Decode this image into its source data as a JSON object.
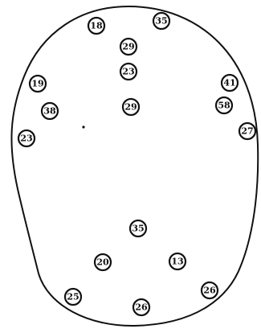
{
  "colors": {
    "ink": "#111111",
    "paper": "#ffffff"
  },
  "markers": [
    {
      "id": "m1",
      "label": "18"
    },
    {
      "id": "m2",
      "label": "35"
    },
    {
      "id": "m3",
      "label": "29"
    },
    {
      "id": "m4",
      "label": "23"
    },
    {
      "id": "m5",
      "label": "19"
    },
    {
      "id": "m6",
      "label": "41"
    },
    {
      "id": "m7",
      "label": "38"
    },
    {
      "id": "m8",
      "label": "29"
    },
    {
      "id": "m9",
      "label": "58"
    },
    {
      "id": "m10",
      "label": "23"
    },
    {
      "id": "m11",
      "label": "27"
    },
    {
      "id": "m12",
      "label": "35"
    },
    {
      "id": "m13",
      "label": "20"
    },
    {
      "id": "m14",
      "label": "13"
    },
    {
      "id": "m15",
      "label": "26"
    },
    {
      "id": "m16",
      "label": "25"
    },
    {
      "id": "m17",
      "label": "26"
    }
  ]
}
